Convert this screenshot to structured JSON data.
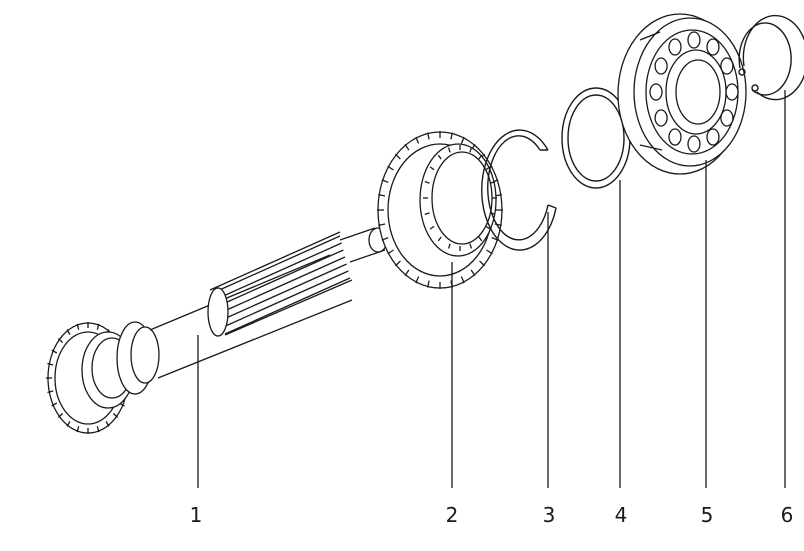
{
  "callouts": [
    {
      "label": "1",
      "part": "input-shaft"
    },
    {
      "label": "2",
      "part": "gear"
    },
    {
      "label": "3",
      "part": "snap-ring-open"
    },
    {
      "label": "4",
      "part": "spacer-ring"
    },
    {
      "label": "5",
      "part": "ball-bearing"
    },
    {
      "label": "6",
      "part": "circlip"
    }
  ],
  "colors": {
    "line": "#1a1a1a",
    "background": "#ffffff"
  }
}
